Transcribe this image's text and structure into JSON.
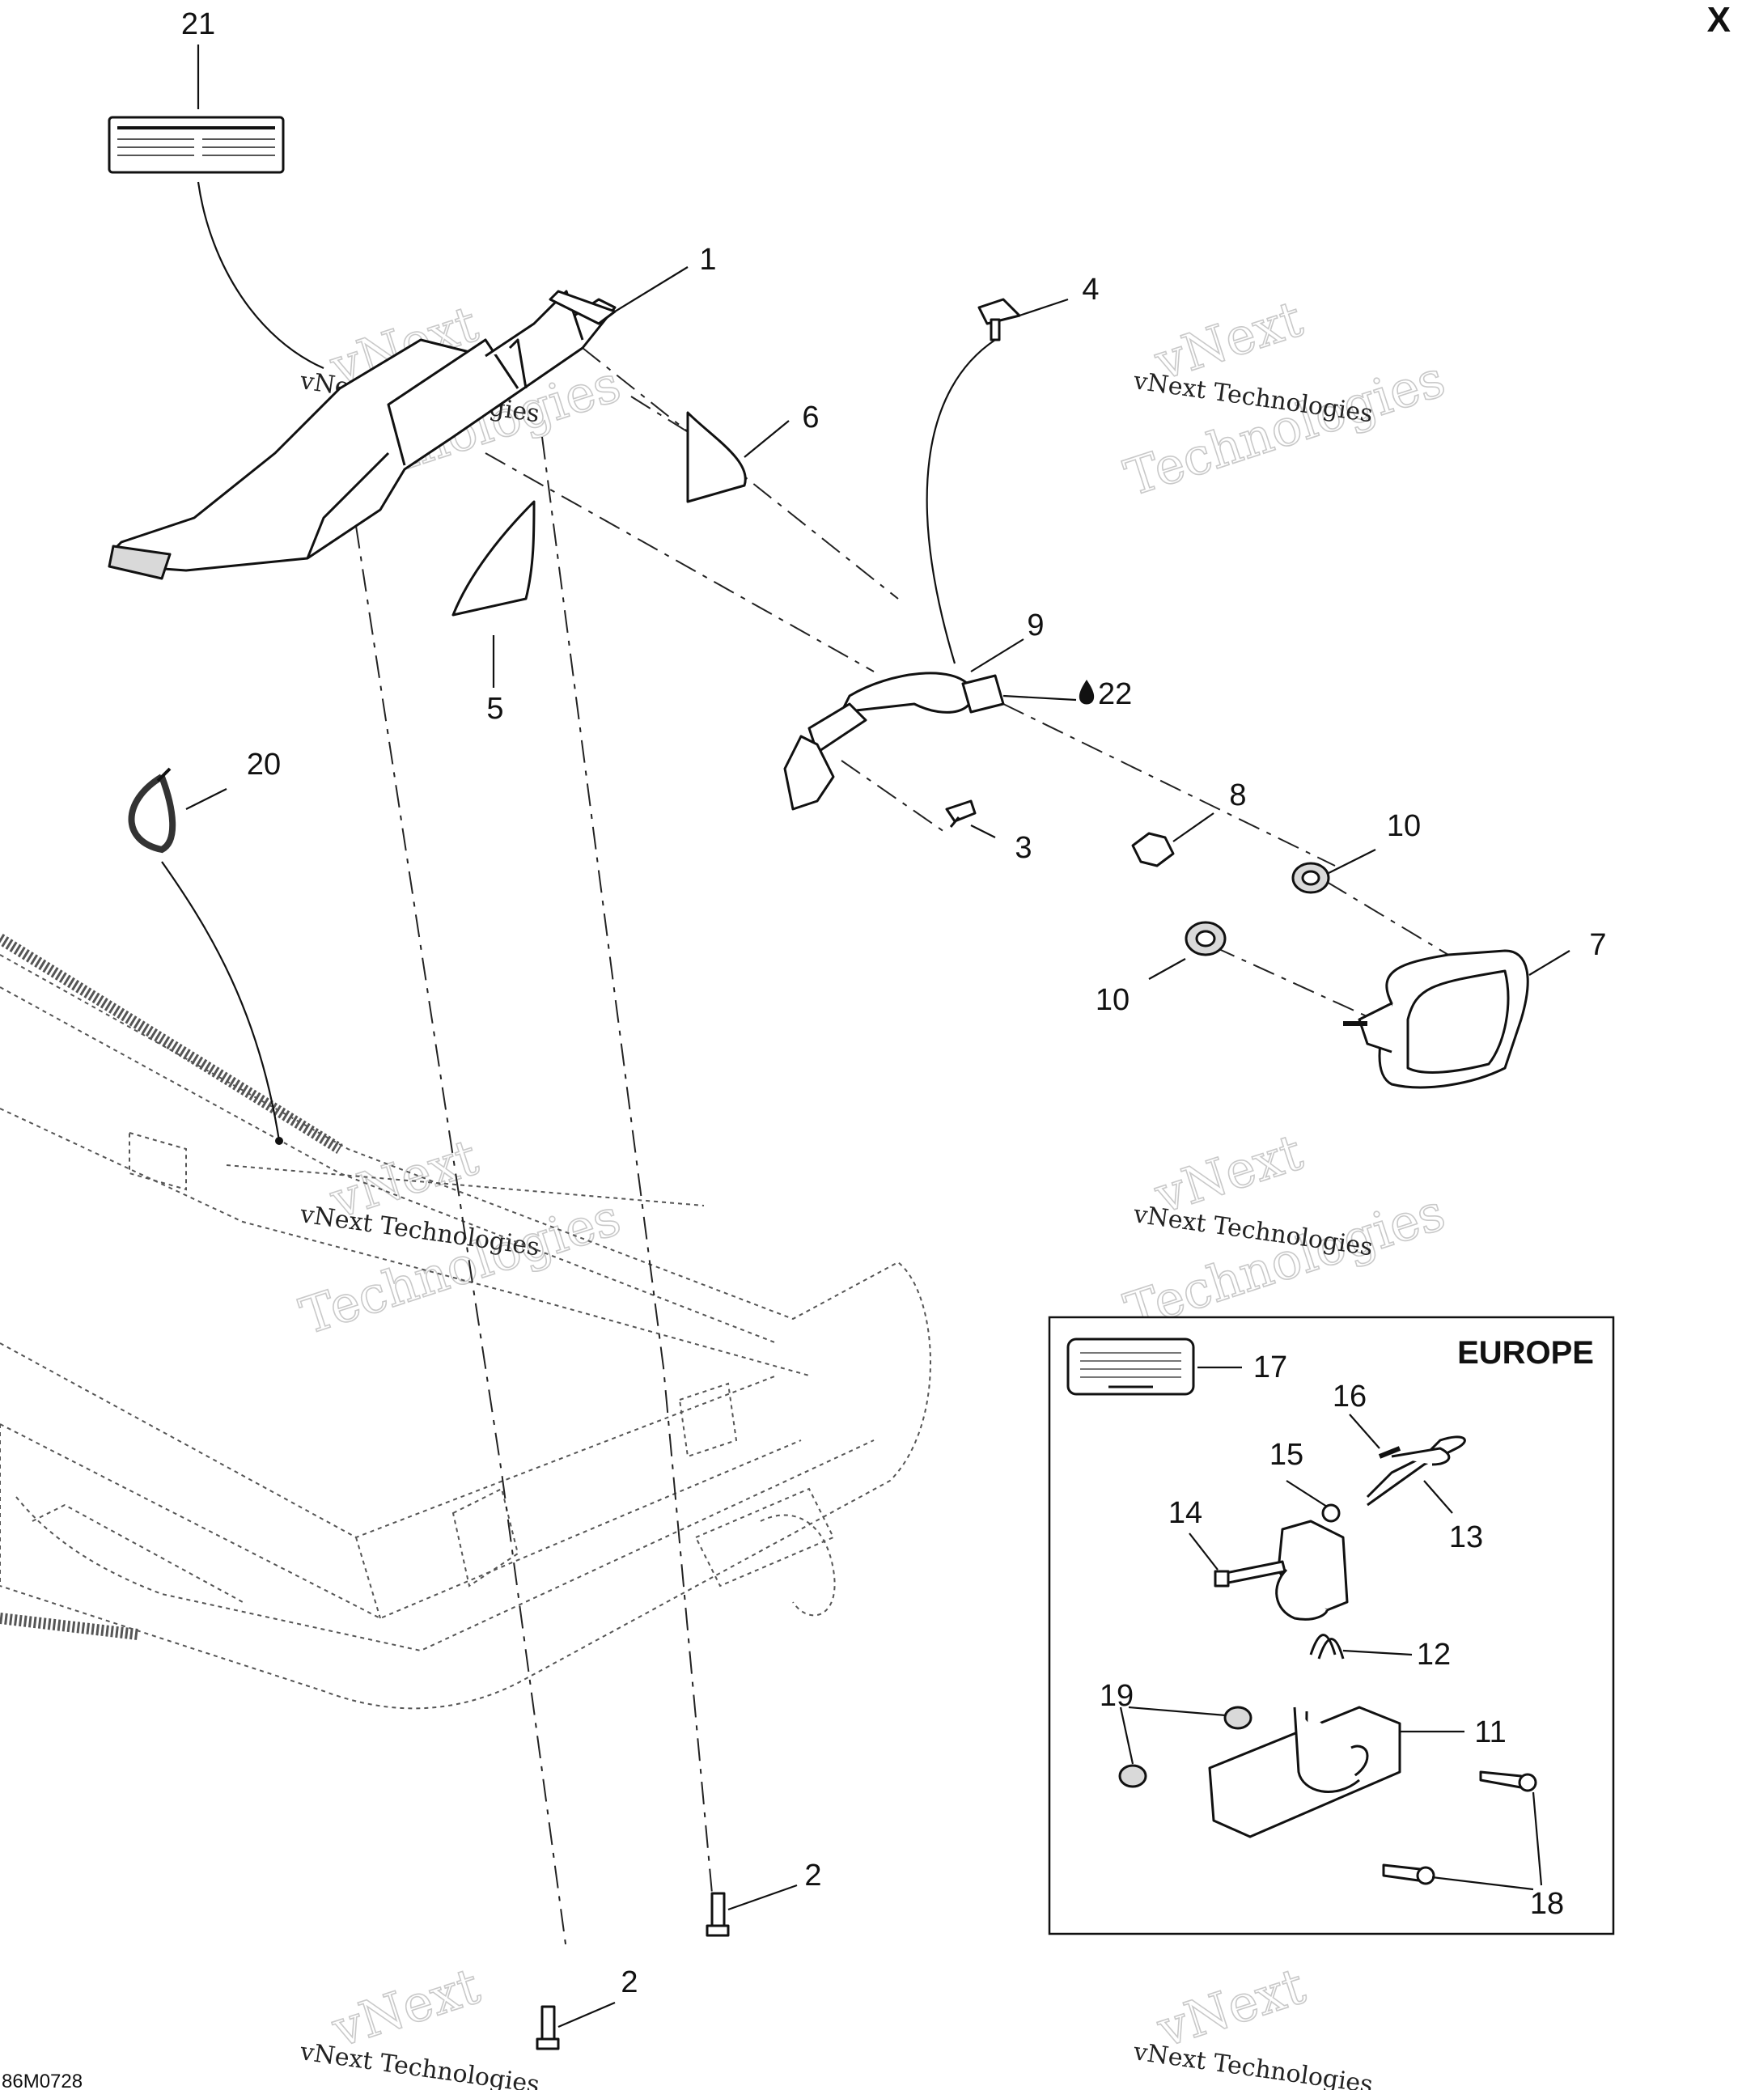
{
  "close_label": "X",
  "region_label": "EUROPE",
  "drawing_code": "86M0728",
  "fuel_symbol": "22",
  "watermark": {
    "line1": "vNext",
    "line2": "vNext Technologies",
    "line3": "Technologies"
  },
  "callouts": {
    "c1": "1",
    "c2a": "2",
    "c2b": "2",
    "c3": "3",
    "c4": "4",
    "c5": "5",
    "c6": "6",
    "c7": "7",
    "c8": "8",
    "c9": "9",
    "c10a": "10",
    "c10b": "10",
    "c11": "11",
    "c12": "12",
    "c13": "13",
    "c14": "14",
    "c15": "15",
    "c16": "16",
    "c17": "17",
    "c18": "18",
    "c19": "19",
    "c20": "20",
    "c21": "21"
  }
}
